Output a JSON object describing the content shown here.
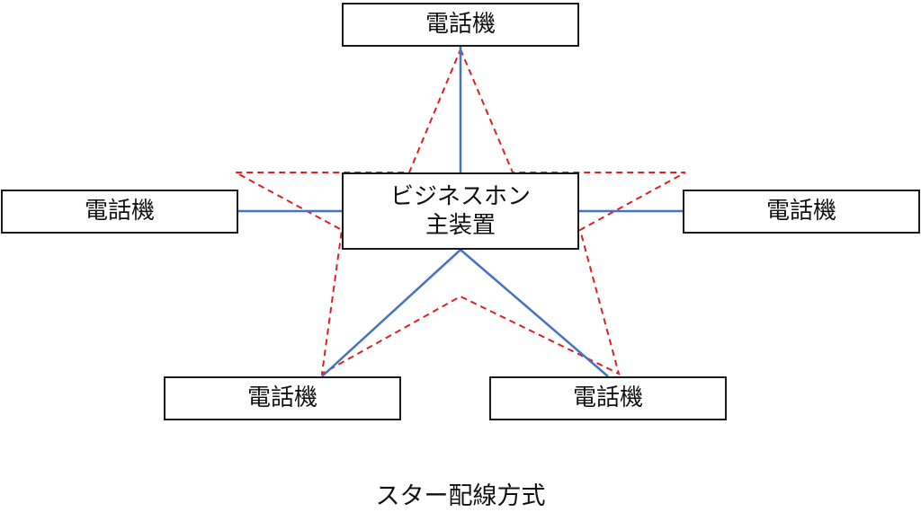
{
  "diagram": {
    "center_node": {
      "line1": "ビジネスホン",
      "line2": "主装置"
    },
    "phone_nodes": {
      "top": "電話機",
      "left": "電話機",
      "right": "電話機",
      "bottom_left": "電話機",
      "bottom_right": "電話機"
    },
    "caption": "スター配線方式",
    "colors": {
      "wire": "#4472c4",
      "star_outline": "#e02020",
      "box_border": "#1a1a1a"
    }
  }
}
